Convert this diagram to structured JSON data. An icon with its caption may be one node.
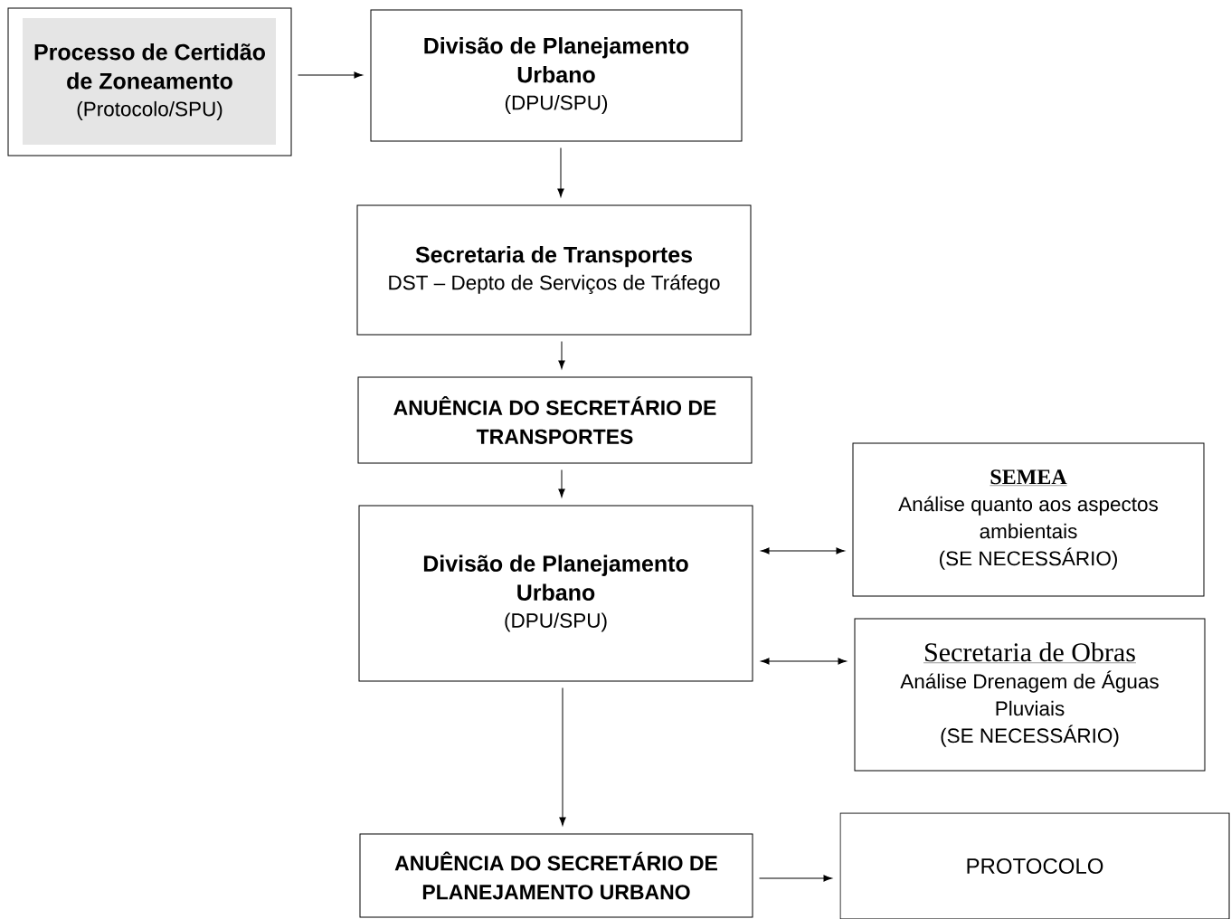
{
  "diagram": {
    "nodes": [
      {
        "text": [
          "Processo de Certidão de Zoneamento",
          "(Protocolo/SPU)"
        ]
      },
      {
        "text": [
          "Divisão de Planejamento Urbano",
          "(DPU/SPU)"
        ]
      },
      {
        "text": [
          "Secretaria de Transportes",
          "DST – Depto de Serviços de Tráfego"
        ]
      },
      {
        "text": [
          "ANUÊNCIA DO SECRETÁRIO DE TRANSPORTES"
        ]
      },
      {
        "text": [
          "Divisão de Planejamento Urbano",
          "(DPU/SPU)"
        ]
      },
      {
        "text": [
          "SEMEA",
          "Análise quanto aos aspectos ambientais",
          "(SE NECESSÁRIO)"
        ]
      },
      {
        "text": [
          "Secretaria de Obras",
          "Análise Drenagem de Águas Pluviais",
          "(SE NECESSÁRIO)"
        ]
      },
      {
        "text": [
          "ANUÊNCIA DO SECRETÁRIO DE PLANEJAMENTO URBANO"
        ]
      },
      {
        "text": [
          "PROTOCOLO"
        ]
      }
    ],
    "edges": [
      {
        "from": 0,
        "to": 1,
        "arrow": "to"
      },
      {
        "from": 1,
        "to": 2,
        "arrow": "to"
      },
      {
        "from": 2,
        "to": 3,
        "arrow": "to"
      },
      {
        "from": 3,
        "to": 4,
        "arrow": "to"
      },
      {
        "from": 4,
        "to": 5,
        "arrow": "both"
      },
      {
        "from": 4,
        "to": 6,
        "arrow": "both"
      },
      {
        "from": 4,
        "to": 7,
        "arrow": "to"
      },
      {
        "from": 7,
        "to": 8,
        "arrow": "to"
      }
    ]
  }
}
